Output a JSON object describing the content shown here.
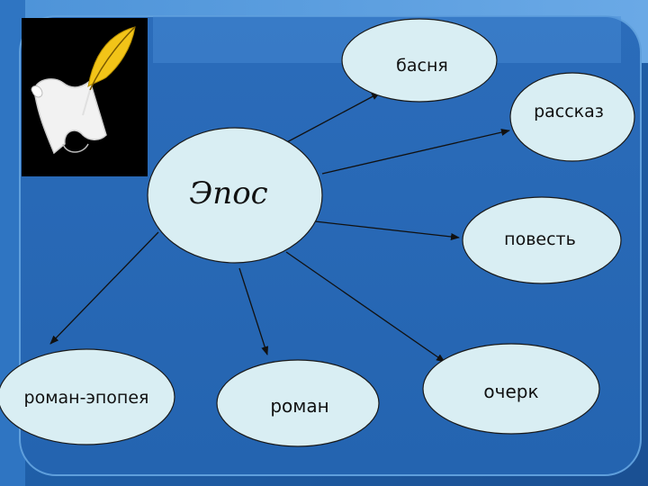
{
  "diagram": {
    "center": {
      "label": "Эпос"
    },
    "nodes": [
      {
        "id": "basnya",
        "label": "басня"
      },
      {
        "id": "rasskaz",
        "label": "рассказ"
      },
      {
        "id": "povest",
        "label": "повесть"
      },
      {
        "id": "ocherk",
        "label": "очерк"
      },
      {
        "id": "roman",
        "label": "роман"
      },
      {
        "id": "roman-epopeya",
        "label": "роман-эпопея"
      }
    ],
    "edges": [
      {
        "from": "center",
        "to": "basnya"
      },
      {
        "from": "center",
        "to": "rasskaz"
      },
      {
        "from": "center",
        "to": "povest"
      },
      {
        "from": "center",
        "to": "ocherk"
      },
      {
        "from": "center",
        "to": "roman"
      },
      {
        "from": "center",
        "to": "roman-epopeya"
      }
    ]
  },
  "theme": {
    "background_dark": "#1f5fa8",
    "background_light": "#5aa0e0",
    "panel": "#2a6ab8",
    "node_fill": "#d9eef3",
    "node_stroke": "#1a1a1a",
    "arrow_color": "#111111"
  },
  "decoration": {
    "icon": "quill-scroll-icon"
  }
}
